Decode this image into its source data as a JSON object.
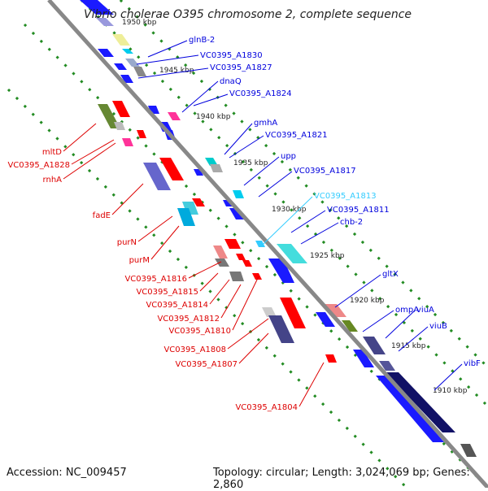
{
  "title": "Vibrio cholerae O395 chromosome 2, complete sequence",
  "footer": {
    "accession": "Accession: NC_009457",
    "summary": "Topology: circular; Length: 3,024,069 bp; Genes: 2,860"
  },
  "colors": {
    "forward_label": "#0000dd",
    "reverse_label": "#dd0000",
    "highlight_label": "#33ccff",
    "backbone": "#888888",
    "grid": "#228b22"
  },
  "scale_labels": [
    "1950 kbp",
    "1945 kbp",
    "1940 kbp",
    "1935 kbp",
    "1930 kbp",
    "1925 kbp",
    "1920 kbp",
    "1915 kbp",
    "1910 kbp"
  ],
  "forward_genes": [
    "glnB-2",
    "VC0395_A1830",
    "VC0395_A1827",
    "dnaQ",
    "VC0395_A1824",
    "gmhA",
    "VC0395_A1821",
    "upp",
    "VC0395_A1817",
    "VC0395_A1813",
    "VC0395_A1811",
    "chb-2",
    "gltX",
    "ompA",
    "viuA",
    "viuB",
    "vibF"
  ],
  "reverse_genes": [
    "mltD",
    "VC0395_A1828",
    "rnhA",
    "fadE",
    "purN",
    "purM",
    "VC0395_A1816",
    "VC0395_A1815",
    "VC0395_A1814",
    "VC0395_A1812",
    "VC0395_A1810",
    "VC0395_A1808",
    "VC0395_A1807",
    "VC0395_A1804"
  ]
}
